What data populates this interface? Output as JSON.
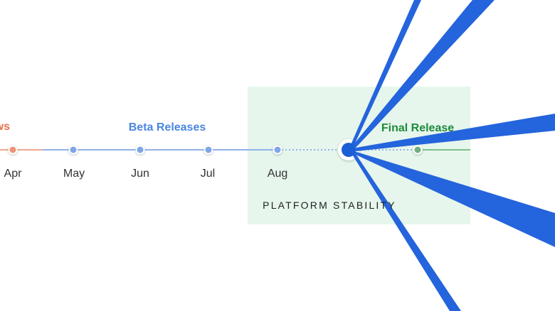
{
  "phases": {
    "previews": "ws",
    "beta": "Beta Releases",
    "final": "Final Release"
  },
  "months": [
    "Apr",
    "May",
    "Jun",
    "Jul",
    "Aug"
  ],
  "stability_label": "PLATFORM STABILITY",
  "colors": {
    "previews": "#ea6f4d",
    "beta": "#4a86de",
    "final": "#1e8a3e",
    "stability_bg": "#e6f6ec",
    "current_dot": "#1a5fd6",
    "rays": "#2464dc"
  }
}
